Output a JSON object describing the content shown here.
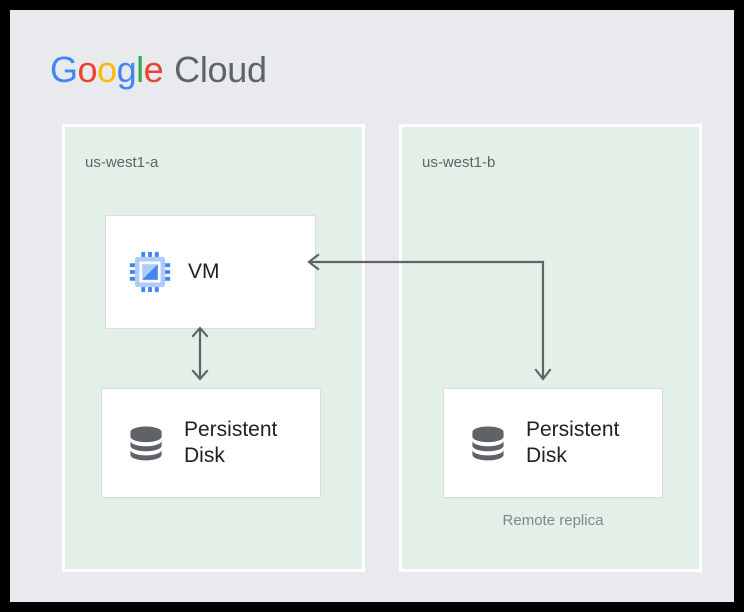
{
  "brand": {
    "logo_letters": [
      "G",
      "o",
      "o",
      "g",
      "l",
      "e"
    ],
    "logo_word_2": "Cloud",
    "colors": {
      "blue": "#4285F4",
      "red": "#EA4335",
      "yellow": "#FBBC05",
      "green": "#34A853",
      "gray": "#5F6368"
    }
  },
  "canvas": {
    "background": "#e8eaed",
    "frame_color": "#000000"
  },
  "zones": [
    {
      "id": "us-west1-a",
      "label": "us-west1-a",
      "fill": "#e3f0e8",
      "nodes": [
        {
          "id": "vm",
          "label": "VM",
          "icon": "cpu-chip-icon",
          "icon_color": "#4285F4"
        },
        {
          "id": "persistent-disk-a",
          "label": "Persistent\nDisk",
          "icon": "database-disk-icon",
          "icon_color": "#5f6368"
        }
      ]
    },
    {
      "id": "us-west1-b",
      "label": "us-west1-b",
      "fill": "#e3f0e8",
      "nodes": [
        {
          "id": "persistent-disk-b",
          "label": "Persistent\nDisk",
          "icon": "database-disk-icon",
          "icon_color": "#5f6368",
          "caption": "Remote replica"
        }
      ]
    }
  ],
  "connectors": [
    {
      "id": "vm-to-local-disk",
      "from": "vm",
      "to": "persistent-disk-a",
      "style": "double-headed-vertical-arrow",
      "color": "#5f6368"
    },
    {
      "id": "replication-link",
      "from": "persistent-disk-b",
      "to": "vm",
      "style": "elbow-double-headed-arrow",
      "color": "#5f6368"
    }
  ]
}
